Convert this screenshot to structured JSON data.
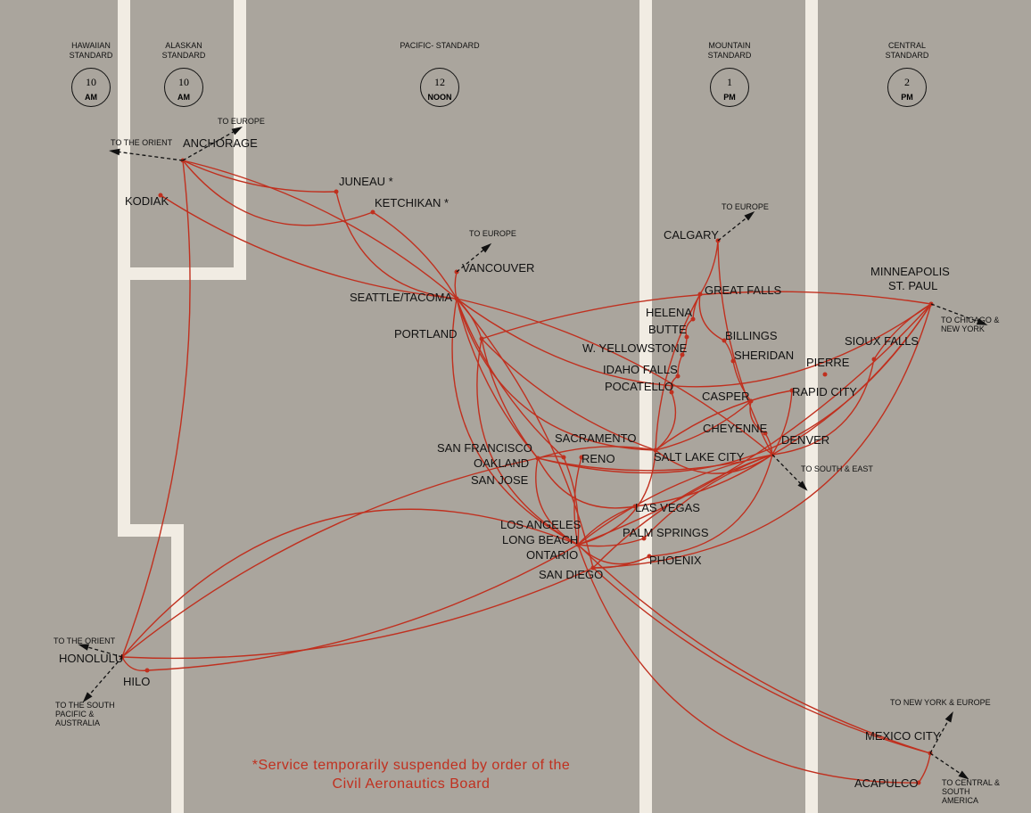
{
  "time_zones": [
    {
      "label": "HAWAIIAN STANDARD",
      "hour": "10",
      "period": "AM"
    },
    {
      "label": "ALASKAN STANDARD",
      "hour": "10",
      "period": "AM"
    },
    {
      "label": "PACIFIC- STANDARD",
      "hour": "12",
      "period": "NOON"
    },
    {
      "label": "MOUNTAIN STANDARD",
      "hour": "1",
      "period": "PM"
    },
    {
      "label": "CENTRAL STANDARD",
      "hour": "2",
      "period": "PM"
    }
  ],
  "cities": {
    "anchorage": "ANCHORAGE",
    "kodiak": "KODIAK",
    "juneau": "JUNEAU *",
    "ketchikan": "KETCHIKAN *",
    "vancouver": "VANCOUVER",
    "seattle": "SEATTLE/TACOMA",
    "portland": "PORTLAND",
    "sf": "SAN FRANCISCO",
    "oakland": "OAKLAND",
    "sanjose": "SAN JOSE",
    "sacramento": "SACRAMENTO",
    "reno": "RENO",
    "la": "LOS ANGELES",
    "longbeach": "LONG BEACH",
    "ontario": "ONTARIO",
    "sandiego": "SAN DIEGO",
    "lasvegas": "LAS VEGAS",
    "palmsprings": "PALM SPRINGS",
    "phoenix": "PHOENIX",
    "saltlake": "SALT LAKE CITY",
    "calgary": "CALGARY",
    "greatfalls": "GREAT FALLS",
    "helena": "HELENA",
    "butte": "BUTTE",
    "wyellowstone": "W. YELLOWSTONE",
    "idahofalls": "IDAHO FALLS",
    "pocatello": "POCATELLO",
    "billings": "BILLINGS",
    "sheridan": "SHERIDAN",
    "casper": "CASPER",
    "rapidcity": "RAPID CITY",
    "cheyenne": "CHEYENNE",
    "denver": "DENVER",
    "pierre": "PIERRE",
    "siouxfalls": "SIOUX FALLS",
    "minneapolis": "MINNEAPOLIS",
    "stpaul": "ST. PAUL",
    "mexicocity": "MEXICO CITY",
    "acapulco": "ACAPULCO",
    "honolulu": "HONOLULU",
    "hilo": "HILO"
  },
  "connections": {
    "anch_orient": "TO THE ORIENT",
    "anch_europe": "TO EUROPE",
    "van_europe": "TO EUROPE",
    "cal_europe": "TO EUROPE",
    "msp": "TO CHICAGO & NEW YORK",
    "den": "TO SOUTH & EAST",
    "hnl_orient": "TO THE ORIENT",
    "hnl_south": "TO THE SOUTH PACIFIC & AUSTRALIA",
    "mex_ny": "TO NEW YORK & EUROPE",
    "mex_south": "TO CENTRAL & SOUTH AMERICA"
  },
  "footer": {
    "line1": "*Service temporarily suspended by order of the",
    "line2": "Civil Aeronautics Board"
  },
  "colors": {
    "route": "#c0301f",
    "background": "#aaa59d",
    "band": "#f1ece3"
  },
  "routes": [
    [
      "anchorage",
      "seattle"
    ],
    [
      "anchorage",
      "juneau"
    ],
    [
      "anchorage",
      "ketchikan"
    ],
    [
      "anchorage",
      "honolulu"
    ],
    [
      "kodiak",
      "seattle"
    ],
    [
      "juneau",
      "seattle"
    ],
    [
      "ketchikan",
      "seattle"
    ],
    [
      "vancouver",
      "seattle"
    ],
    [
      "seattle",
      "minneapolis"
    ],
    [
      "seattle",
      "portland"
    ],
    [
      "seattle",
      "sf"
    ],
    [
      "seattle",
      "la"
    ],
    [
      "seattle",
      "sandiego"
    ],
    [
      "seattle",
      "sacramento"
    ],
    [
      "seattle",
      "saltlake"
    ],
    [
      "seattle",
      "denver"
    ],
    [
      "portland",
      "sf"
    ],
    [
      "portland",
      "la"
    ],
    [
      "portland",
      "minneapolis"
    ],
    [
      "portland",
      "saltlake"
    ],
    [
      "sf",
      "la"
    ],
    [
      "sf",
      "saltlake"
    ],
    [
      "sf",
      "denver"
    ],
    [
      "sf",
      "minneapolis"
    ],
    [
      "sf",
      "sacramento"
    ],
    [
      "sf",
      "honolulu"
    ],
    [
      "sf",
      "lasvegas"
    ],
    [
      "sacramento",
      "la"
    ],
    [
      "reno",
      "la"
    ],
    [
      "la",
      "saltlake"
    ],
    [
      "la",
      "denver"
    ],
    [
      "la",
      "minneapolis"
    ],
    [
      "la",
      "phoenix"
    ],
    [
      "la",
      "lasvegas"
    ],
    [
      "la",
      "palmsprings"
    ],
    [
      "la",
      "honolulu"
    ],
    [
      "la",
      "hilo"
    ],
    [
      "la",
      "mexicocity"
    ],
    [
      "la",
      "acapulco"
    ],
    [
      "sandiego",
      "denver"
    ],
    [
      "sandiego",
      "phoenix"
    ],
    [
      "sandiego",
      "minneapolis"
    ],
    [
      "sandiego",
      "honolulu"
    ],
    [
      "sandiego",
      "mexicocity"
    ],
    [
      "phoenix",
      "denver"
    ],
    [
      "palmsprings",
      "denver"
    ],
    [
      "lasvegas",
      "denver"
    ],
    [
      "saltlake",
      "denver"
    ],
    [
      "saltlake",
      "greatfalls"
    ],
    [
      "saltlake",
      "casper"
    ],
    [
      "saltlake",
      "pocatello"
    ],
    [
      "saltlake",
      "rapidcity"
    ],
    [
      "greatfalls",
      "helena"
    ],
    [
      "helena",
      "butte"
    ],
    [
      "butte",
      "wyellowstone"
    ],
    [
      "wyellowstone",
      "idahofalls"
    ],
    [
      "idahofalls",
      "pocatello"
    ],
    [
      "calgary",
      "greatfalls"
    ],
    [
      "calgary",
      "denver"
    ],
    [
      "greatfalls",
      "billings"
    ],
    [
      "billings",
      "sheridan"
    ],
    [
      "sheridan",
      "casper"
    ],
    [
      "casper",
      "cheyenne"
    ],
    [
      "cheyenne",
      "denver"
    ],
    [
      "denver",
      "rapidcity"
    ],
    [
      "denver",
      "siouxfalls"
    ],
    [
      "siouxfalls",
      "minneapolis"
    ],
    [
      "denver",
      "minneapolis"
    ],
    [
      "honolulu",
      "hilo"
    ],
    [
      "mexicocity",
      "acapulco"
    ]
  ]
}
